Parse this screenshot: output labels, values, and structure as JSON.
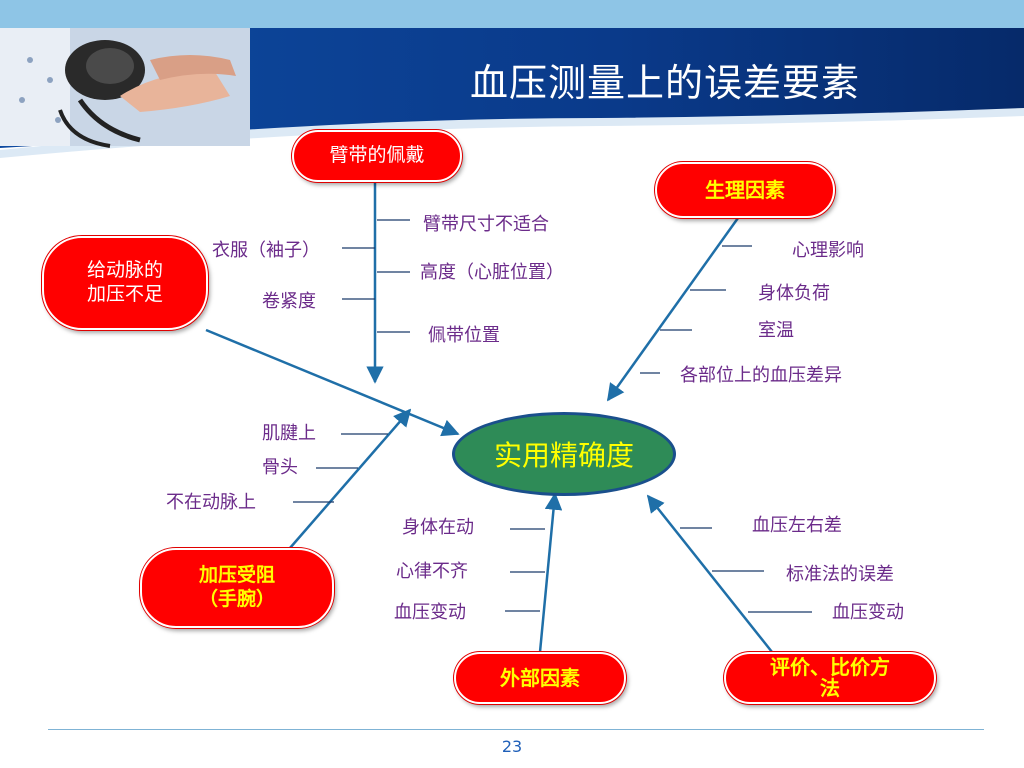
{
  "slide": {
    "title": "血压测量上的误差要素",
    "page_number": "23"
  },
  "center": {
    "label": "实用精确度"
  },
  "causes": {
    "cuff_wearing": {
      "label": "臂带的佩戴",
      "items": [
        "臂带尺寸不适合",
        "高度（心脏位置）",
        "佩带位置"
      ]
    },
    "insufficient_pressure": {
      "label_lines": [
        "给动脉的",
        "加压不足"
      ],
      "items": [
        "衣服（袖子）",
        "卷紧度"
      ]
    },
    "physiological": {
      "label": "生理因素",
      "items": [
        "心理影响",
        "身体负荷",
        "室温",
        "各部位上的血压差异"
      ]
    },
    "pressure_obstructed": {
      "label_lines": [
        "加压受阻",
        "（手腕）"
      ],
      "items": [
        "肌腱上",
        "骨头",
        "不在动脉上"
      ]
    },
    "external": {
      "label": "外部因素",
      "items": [
        "身体在动",
        "心律不齐",
        "血压变动"
      ]
    },
    "evaluation": {
      "label_lines": [
        "评价、比价方",
        "法"
      ],
      "items": [
        "血压左右差",
        "标准法的误差",
        "血压变动"
      ]
    }
  },
  "colors": {
    "header_blue": "#0b3a8c",
    "header_top_band": "#8ec5e6",
    "pill_red": "#ff0000",
    "arrow_blue": "#1f6fa8",
    "label_purple": "#6b2b8a",
    "center_green": "#2e8b57",
    "center_text_yellow": "#ffff00"
  }
}
